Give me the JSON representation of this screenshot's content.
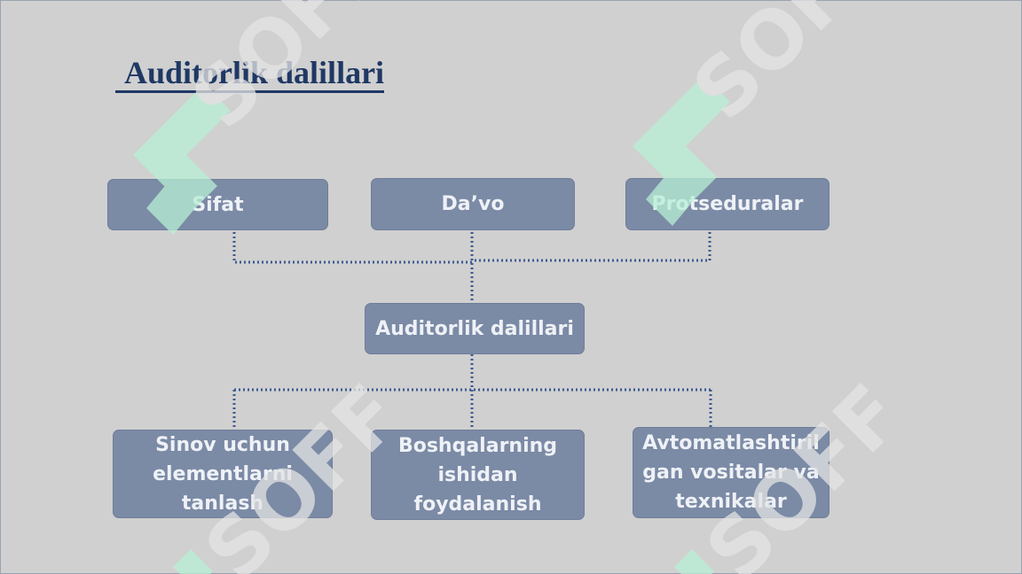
{
  "slide": {
    "title": "Auditorlik dalillari"
  },
  "diagram": {
    "top_nodes": [
      "Sifat",
      "Da’vo",
      "Protseduralar"
    ],
    "center_node": "Auditorlik dalillari",
    "bottom_nodes": [
      "Sinov uchun elementlarni tanlash",
      "Boshqalarning ishidan foydalanish",
      "Avtomatlashtirilgan vositalar va texnikalar"
    ]
  },
  "watermark": {
    "brand_text": "SOFF",
    "icon": "soff-logo-icon"
  },
  "colors": {
    "background": "#d0d0d0",
    "title": "#1f3864",
    "box_fill": "#7b8aa5",
    "box_text": "#eef1f6",
    "connector": "#3c5a91",
    "watermark_logo": "#b8f0d6",
    "watermark_text": "#e4e4e4"
  }
}
